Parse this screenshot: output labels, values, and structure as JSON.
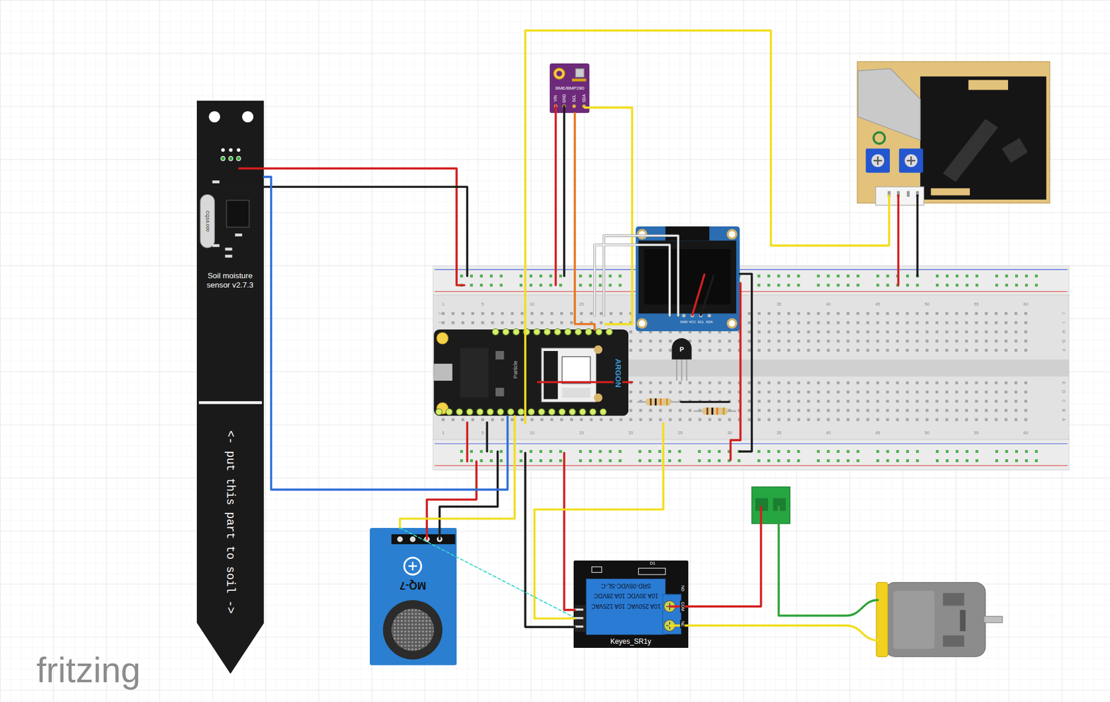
{
  "diagram": {
    "nodes": [
      {
        "text": [
          "Soil moisture sensor v2.7.3",
          "<- put this part to soil ->"
        ]
      },
      {
        "text": [
          "BME/BMP280"
        ]
      },
      {
        "text": [
          "ARGON"
        ]
      },
      {
        "text": [
          "MQ-7"
        ]
      },
      {
        "text": [
          "SRD-05VDC-SL-C",
          "10A 30VDC 10A 28VDC",
          "10A 250VAC 10A 125VAC",
          "Keyes_SR1y"
        ]
      }
    ],
    "edges": [
      {
        "from": 0,
        "to": 2,
        "arrow": "none"
      },
      {
        "from": 1,
        "to": 2,
        "arrow": "none"
      },
      {
        "from": 3,
        "to": 2,
        "arrow": "none"
      },
      {
        "from": 3,
        "to": 4,
        "arrow": "none"
      }
    ],
    "labels": [
      "CQ16.000",
      "VIN",
      "GND",
      "SCL",
      "SDA",
      "Particle",
      "GND",
      "VCC",
      "SCL",
      "SDA",
      "P",
      "D1",
      "NO",
      "COM",
      "NC",
      "fritzing",
      "1",
      "5",
      "10",
      "15",
      "35",
      "40",
      "45",
      "50",
      "55",
      "60",
      "1",
      "5",
      "10",
      "15",
      "20",
      "25",
      "30",
      "35",
      "40",
      "45",
      "50",
      "55",
      "60",
      "J",
      "I",
      "J",
      "I",
      "H",
      "G",
      "F",
      "E",
      "D",
      "C",
      "B",
      "A"
    ]
  }
}
